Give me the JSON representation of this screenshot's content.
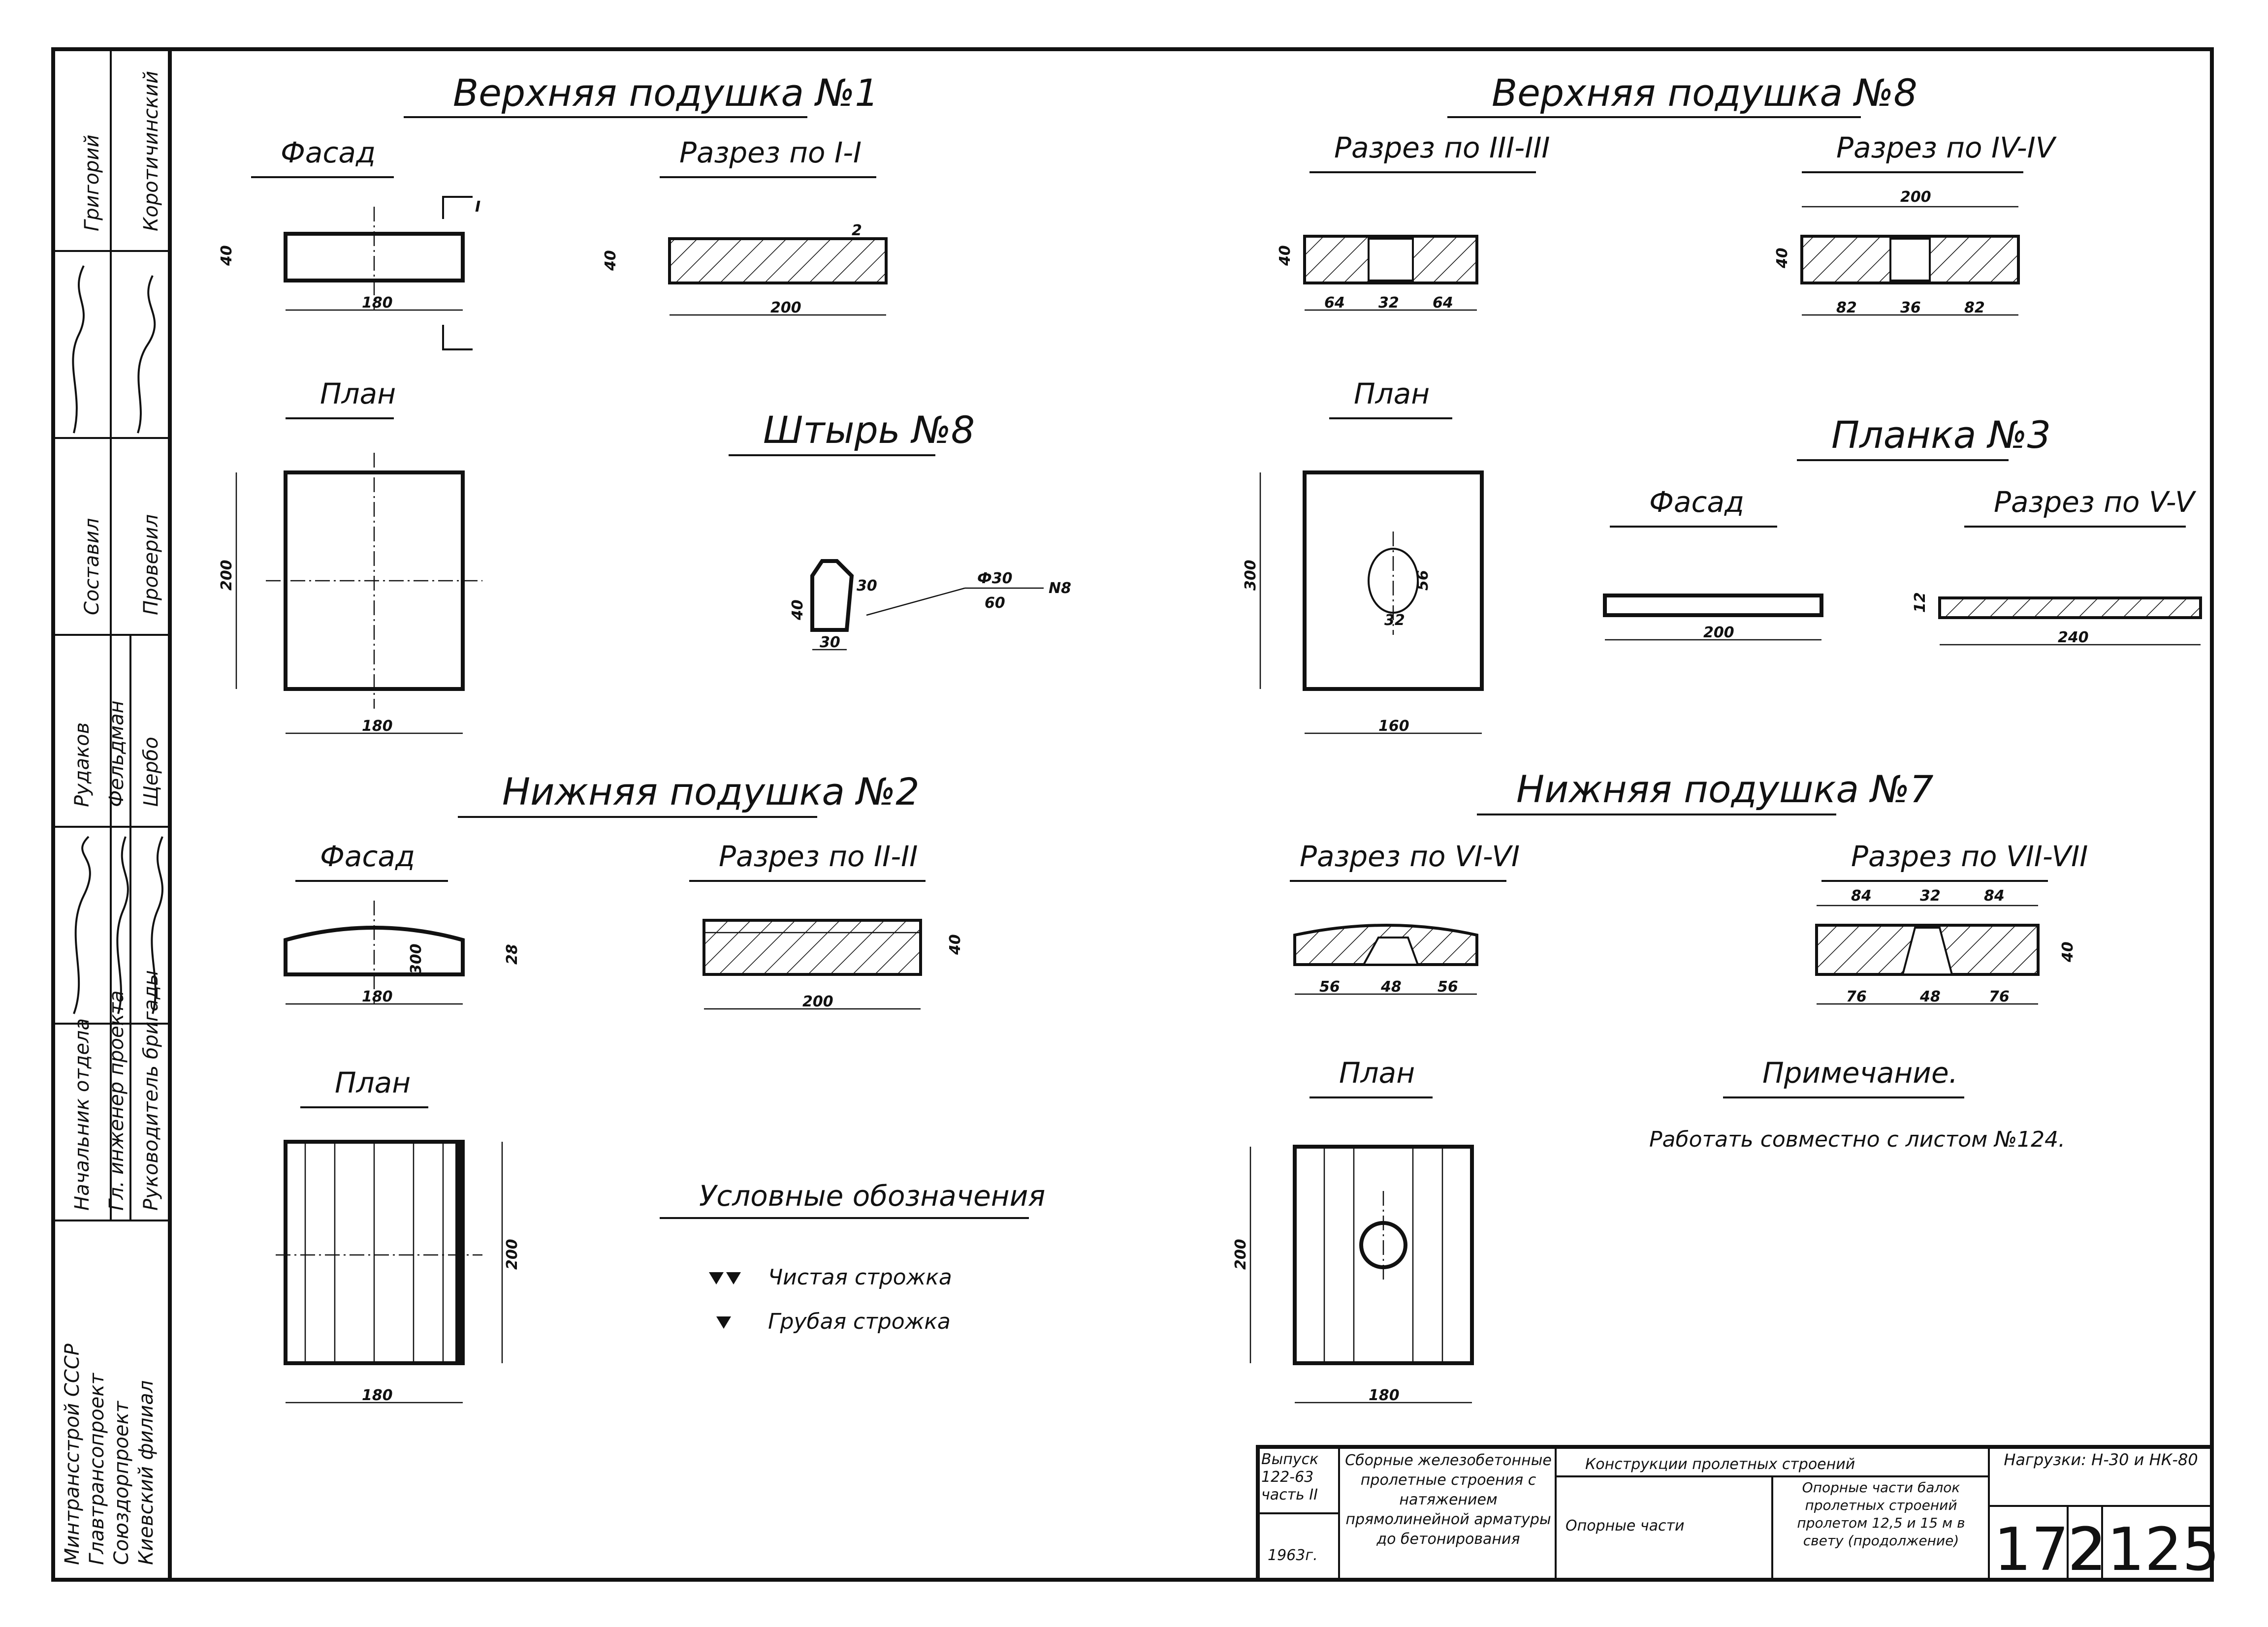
{
  "drawings": {
    "top_pad_1": {
      "title": "Верхняя подушка №1",
      "facade": "Фасад",
      "section": "Разрез по I-I",
      "plan": "План",
      "dims": {
        "h40": "40",
        "l180": "180",
        "l200": "200",
        "w200": "200",
        "mark": "2",
        "sec_mark": "I"
      }
    },
    "pin_8": {
      "title": "Штырь №8",
      "callout_top": "Ф30",
      "callout_bottom": "60",
      "callout_id": "N8",
      "dims": {
        "d1": "30",
        "d2": "30",
        "d3": "40"
      }
    },
    "top_pad_8": {
      "title": "Верхняя подушка №8",
      "section_3": "Разрез по III-III",
      "section_4": "Разрез по IV-IV",
      "plan": "План",
      "dims": {
        "h40": "40",
        "a64": "64",
        "a32": "32",
        "b82": "82",
        "b36": "36",
        "l200": "200",
        "p160": "160",
        "p300": "300",
        "h56": "56",
        "w32": "32"
      }
    },
    "plate_3": {
      "title": "Планка №3",
      "facade": "Фасад",
      "section": "Разрез по V-V",
      "dims": {
        "l200": "200",
        "l240": "240",
        "h12": "12"
      }
    },
    "bottom_pad_2": {
      "title": "Нижняя подушка №2",
      "facade": "Фасад",
      "section": "Разрез по II-II",
      "plan": "План",
      "dims": {
        "l180": "180",
        "l200": "200",
        "h40": "40",
        "r300": "300",
        "h28": "28",
        "w200": "200"
      }
    },
    "bottom_pad_7": {
      "title": "Нижняя подушка №7",
      "section_6": "Разрез по VI-VI",
      "section_7": "Разрез по VII-VII",
      "plan": "План",
      "dims": {
        "a56": "56",
        "a48": "48",
        "b84": "84",
        "b32": "32",
        "c76": "76",
        "h40": "40",
        "p200": "200",
        "p180": "180"
      }
    }
  },
  "legend": {
    "title": "Условные обозначения",
    "items": [
      "Чистая строжка",
      "Грубая строжка"
    ]
  },
  "note": {
    "title": "Примечание.",
    "text": "Работать совместно с листом №124."
  },
  "side_stamp": {
    "org": [
      "Минтрансстрой СССР",
      "Главтрансопроект",
      "Союздорпроект",
      "Киевский филиал"
    ],
    "roles": [
      "Начальник отдела",
      "Гл. инженер проекта",
      "Руководитель бригады"
    ],
    "people": [
      "Рудаков",
      "Фельдман",
      "Щербо"
    ],
    "signers": [
      "Составил",
      "Проверил"
    ],
    "top_names": [
      "Григорий",
      "Коротичинский"
    ]
  },
  "title_block": {
    "issue": "Выпуск 122-63 часть II",
    "year": "1963г.",
    "series": "Сборные железобетонные пролетные строения с натяжением прямолинейной арматуры до бетонирования",
    "section": "Конструкции пролетных строений",
    "subject": "Опорные части",
    "description": "Опорные части балок пролетных строений пролетом 12,5 и 15 м в свету (продолжение)",
    "loads": "Нагрузки: Н-30 и НК-80",
    "sheet_a": "172",
    "sheet_b": "2",
    "sheet_c": "125"
  }
}
